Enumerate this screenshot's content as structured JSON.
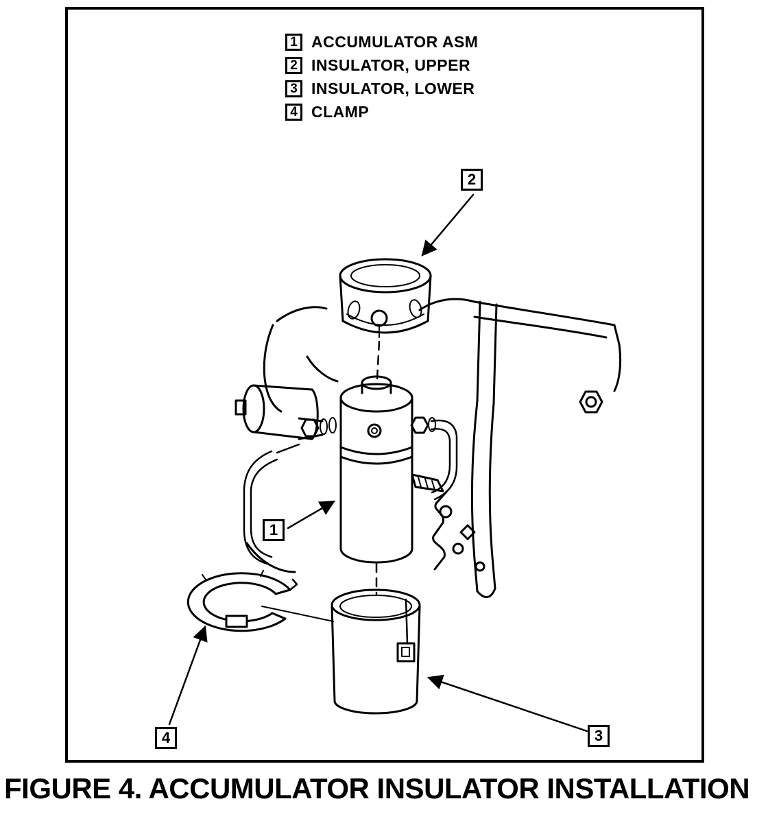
{
  "figure": {
    "caption": "FIGURE 4. ACCUMULATOR INSULATOR INSTALLATION"
  },
  "legend": {
    "items": [
      {
        "number": "1",
        "label": "ACCUMULATOR ASM"
      },
      {
        "number": "2",
        "label": "INSULATOR, UPPER"
      },
      {
        "number": "3",
        "label": "INSULATOR, LOWER"
      },
      {
        "number": "4",
        "label": "CLAMP"
      }
    ]
  },
  "callouts": {
    "accumulator": {
      "number": "1"
    },
    "insulator_upper": {
      "number": "2"
    },
    "insulator_lower": {
      "number": "3"
    },
    "clamp": {
      "number": "4"
    }
  },
  "colors": {
    "ink": "#000000",
    "paper": "#ffffff"
  }
}
